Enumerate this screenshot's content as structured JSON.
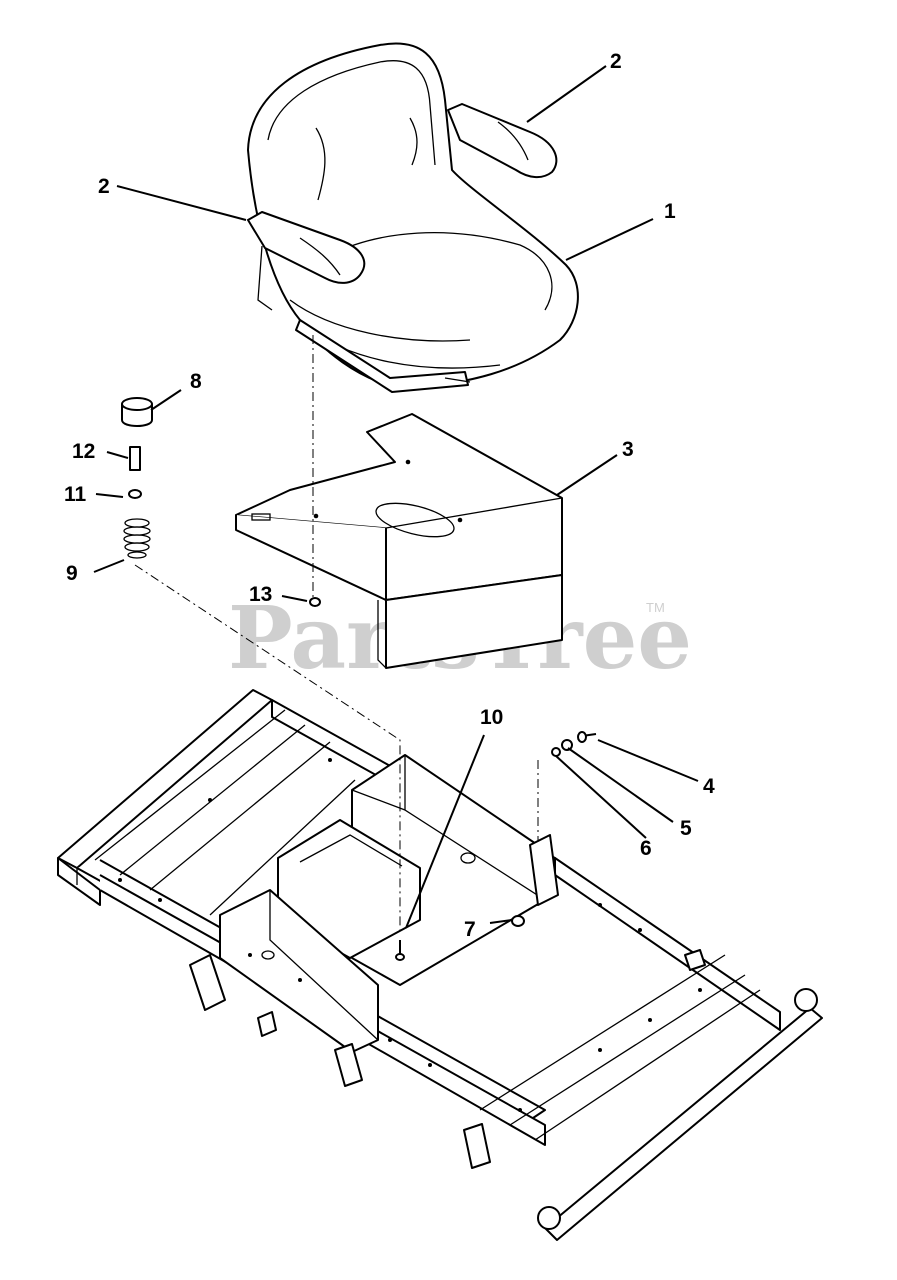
{
  "watermark": {
    "text": "PartsTree",
    "trademark": "TM"
  },
  "callouts": {
    "c1": "1",
    "c2a": "2",
    "c2b": "2",
    "c3": "3",
    "c4": "4",
    "c5": "5",
    "c6": "6",
    "c7": "7",
    "c8": "8",
    "c9": "9",
    "c10": "10",
    "c11": "11",
    "c12": "12",
    "c13": "13"
  }
}
